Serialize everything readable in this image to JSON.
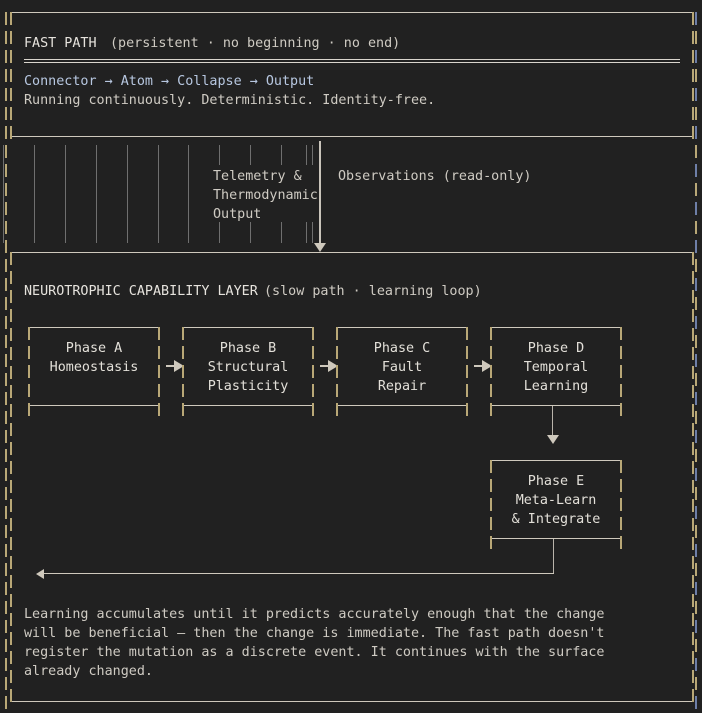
{
  "theme": {
    "background": "#212121",
    "text": "#d7d3cc",
    "text_bright": "#e6e3dd",
    "rule": "#cfc9bd",
    "rail_warm": "#b9a877",
    "rail_cool": "#6e7fa8",
    "gap_pipe": "#6f6f6f"
  },
  "fast_path": {
    "title": "FAST PATH",
    "subtitle": "(persistent · no beginning · no end)",
    "pipeline": "Connector → Atom → Collapse → Output",
    "description": "Running continuously. Deterministic. Identity-free."
  },
  "gap": {
    "telemetry_lines": [
      "Telemetry &",
      "Thermodynamic",
      "Output"
    ],
    "observations_label": "Observations (read-only)"
  },
  "neurotrophic": {
    "title": "NEUROTROPHIC CAPABILITY LAYER",
    "subtitle": "(slow path · learning loop)",
    "phases": [
      {
        "id": "phase-a",
        "lines": [
          "Phase A",
          "Homeostasis",
          ""
        ]
      },
      {
        "id": "phase-b",
        "lines": [
          "Phase B",
          "Structural",
          "Plasticity"
        ]
      },
      {
        "id": "phase-c",
        "lines": [
          "Phase C",
          "Fault",
          "Repair"
        ]
      },
      {
        "id": "phase-d",
        "lines": [
          "Phase D",
          "Temporal",
          "Learning"
        ]
      }
    ],
    "phase_e": {
      "id": "phase-e",
      "lines": [
        "Phase E",
        "Meta-Learn",
        "& Integrate"
      ]
    },
    "flow_arrows": [
      "→",
      "→",
      "→"
    ],
    "footer_lines": [
      "Learning accumulates until it predicts accurately enough that the change",
      "will be beneficial — then the change is immediate. The fast path doesn't",
      "register the mutation as a discrete event. It continues with the surface",
      "already changed."
    ]
  }
}
